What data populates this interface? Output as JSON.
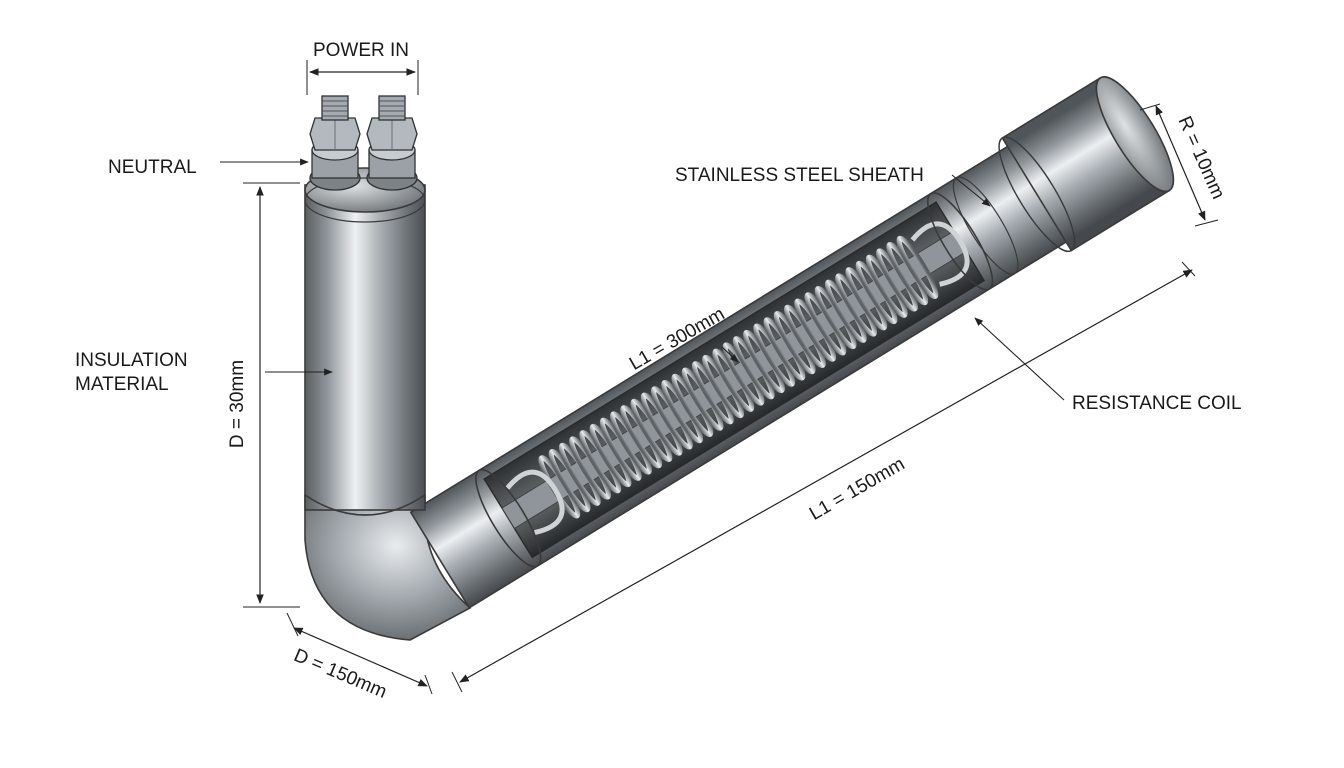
{
  "labels": {
    "power_in": "POWER IN",
    "neutral": "NEUTRAL",
    "insulation_line1": "INSULATION",
    "insulation_line2": "MATERIAL",
    "sheath": "STAINLESS STEEL SHEATH",
    "resistance_coil": "RESISTANCE COIL"
  },
  "dimensions": {
    "diameter_vertical": "D = 30mm",
    "diameter_bend": "D = 150mm",
    "length_section": "L1 = 300mm",
    "length_total": "L1 = 150mm",
    "radius_end": "R = 10mm"
  },
  "colors": {
    "metal_dark": "#5f6468",
    "metal_mid": "#9aa0a5",
    "metal_light": "#e6e9ec",
    "line": "#222222"
  }
}
